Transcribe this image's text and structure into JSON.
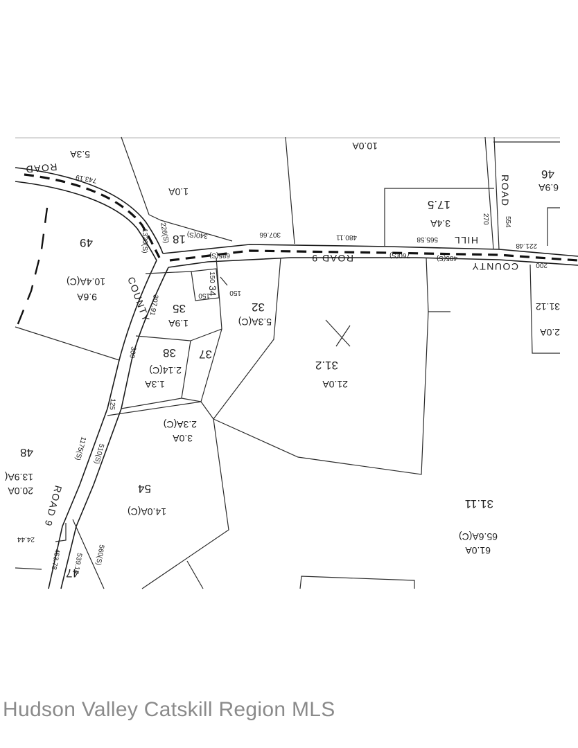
{
  "watermark": "Hudson Valley Catskill Region MLS",
  "roads": {
    "county_road_9_top_left": "ROAD",
    "county_road_9_center": "ROAD 9",
    "county_road_main": "COUNTY",
    "county_road_9_vertical": "COUNTY",
    "county_road_9_lower": "ROAD 9",
    "hill_road_a": "HILL",
    "hill_road_b": "ROAD"
  },
  "parcels": {
    "p49": {
      "id": "49",
      "area": "9.6A",
      "area2": "10.4A(C)"
    },
    "p18": {
      "id": "18"
    },
    "p1": {
      "area": "1.0A"
    },
    "p53": {
      "area": "5.3A"
    },
    "p10": {
      "area": "10.0A"
    },
    "p175": {
      "id": "17.5",
      "area": "3.4A"
    },
    "p469": {
      "id": "46",
      "area": "6.9A"
    },
    "p3112_right": {
      "id": "31.12",
      "area": "2.0A"
    },
    "p34": {
      "id": "34"
    },
    "p35": {
      "id": "35",
      "area": "1.9A"
    },
    "p32": {
      "id": "32",
      "area": "5.3A(C)"
    },
    "p312": {
      "id": "31.2",
      "area": "21.0A"
    },
    "p38": {
      "id": "38",
      "area": "1.3A",
      "area2": "2.14(C)"
    },
    "p37": {
      "id": "37"
    },
    "p303": {
      "area": "3.0A",
      "area2": "2.3A(C)"
    },
    "p54": {
      "id": "54",
      "area": "14.0A(C)"
    },
    "p48": {
      "id": "48",
      "area": "20.0A",
      "area2": "13.9A("
    },
    "p3111": {
      "id": "31.11",
      "area": "61.0A",
      "area2": "65.6A(C)"
    },
    "p47": {
      "id": "47"
    }
  },
  "dimensions": {
    "d1": "743.19",
    "d2": "1320(S)",
    "d3": "226(S)",
    "d4": "340(S)",
    "d5": "307.66",
    "d6": "480.11",
    "d7": "565.58",
    "d8": "221.48",
    "d9": "685(S)",
    "d10": "760(S)",
    "d11": "485(S)",
    "d12": "200",
    "d13": "270",
    "d14": "554",
    "d15": "150",
    "d16": "150",
    "d17": "150",
    "d18": "307.91",
    "d19": "300",
    "d20": "125",
    "d21": "1175(S)",
    "d22": "510(S)",
    "d23": "24.44",
    "d24": "453.78",
    "d25": "539.14",
    "d26": "560(S)"
  }
}
